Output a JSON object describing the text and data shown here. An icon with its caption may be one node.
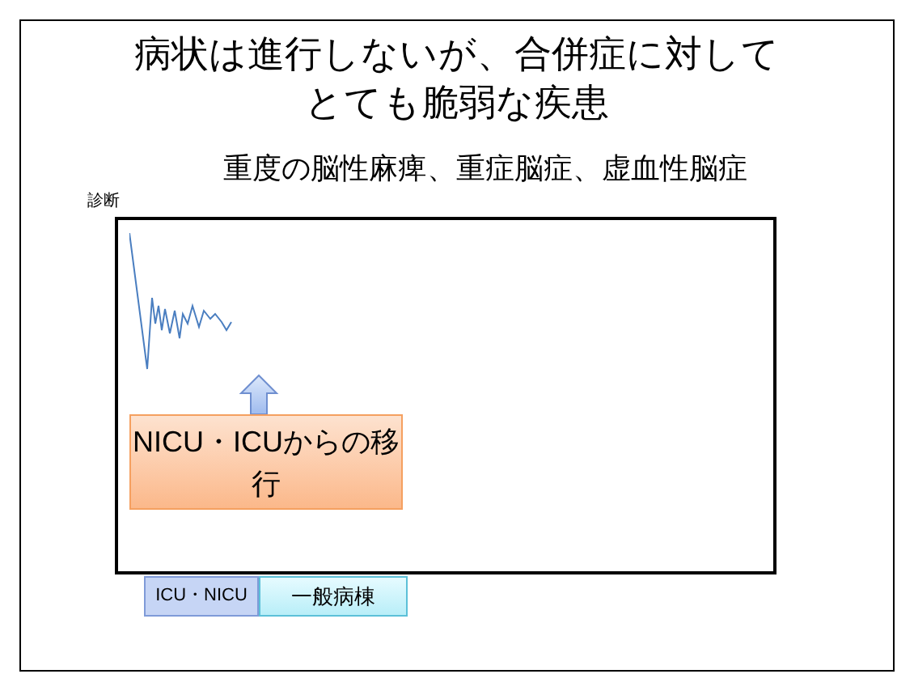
{
  "diagram": {
    "title": "病状は進行しないが、合併症に対してとても脆弱な疾患",
    "nodes": [
      {
        "text": [
          "診断"
        ]
      },
      {
        "text": [],
        "shape": "wave",
        "in": 0
      },
      {
        "text": [
          "NICU・ICUからの移行"
        ],
        "in": 0
      },
      {
        "text": [
          "ICU・NICU"
        ]
      },
      {
        "text": [
          "一般病棟"
        ]
      }
    ],
    "edges": [
      {
        "from": 2,
        "to": 1,
        "arrow": "to",
        "style": "thick"
      }
    ],
    "labels": [
      "重度の脳性麻痺、重症脳症、虚血性脳症"
    ]
  }
}
